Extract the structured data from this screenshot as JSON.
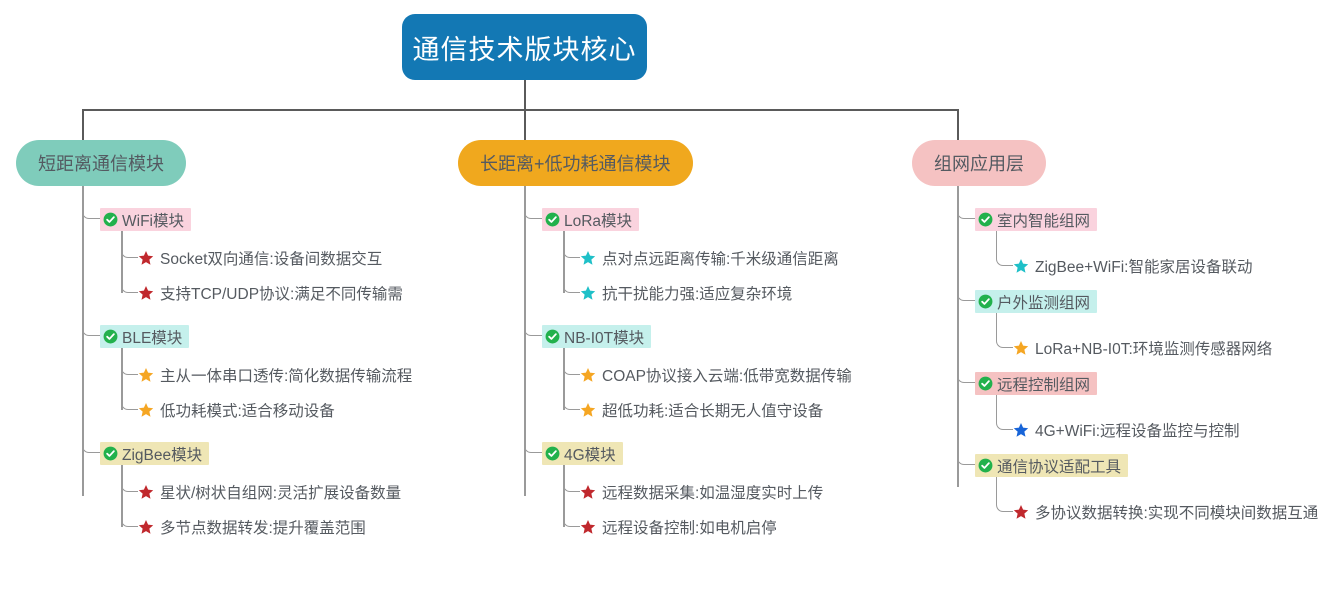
{
  "diagram": {
    "type": "mindmap",
    "root": {
      "label": "通信技术版块核心",
      "color": "#1378b4",
      "text_color": "#ffffff"
    },
    "branches": [
      {
        "label": "短距离通信模块",
        "color": "#7fccbb",
        "children": [
          {
            "label": "WiFi模块",
            "highlight": "#fad3de",
            "icon": "check-circle-icon",
            "children": [
              {
                "label": "Socket双向通信:设备间数据交互",
                "icon": "star-icon",
                "star_color": "#c0282d"
              },
              {
                "label": "支持TCP/UDP协议:满足不同传输需",
                "icon": "star-icon",
                "star_color": "#c0282d"
              }
            ]
          },
          {
            "label": "BLE模块",
            "highlight": "#c5f0ec",
            "icon": "check-circle-icon",
            "children": [
              {
                "label": "主从一体串口透传:简化数据传输流程",
                "icon": "star-icon",
                "star_color": "#f5a623"
              },
              {
                "label": "低功耗模式:适合移动设备",
                "icon": "star-icon",
                "star_color": "#f5a623"
              }
            ]
          },
          {
            "label": "ZigBee模块",
            "highlight": "#efe6b5",
            "icon": "check-circle-icon",
            "children": [
              {
                "label": "星状/树状自组网:灵活扩展设备数量",
                "icon": "star-icon",
                "star_color": "#c0282d"
              },
              {
                "label": "多节点数据转发:提升覆盖范围",
                "icon": "star-icon",
                "star_color": "#c0282d"
              }
            ]
          }
        ]
      },
      {
        "label": "长距离+低功耗通信模块",
        "color": "#f0a81e",
        "children": [
          {
            "label": "LoRa模块",
            "highlight": "#fad3de",
            "icon": "check-circle-icon",
            "children": [
              {
                "label": "点对点远距离传输:千米级通信距离",
                "icon": "star-icon",
                "star_color": "#1fc0c8"
              },
              {
                "label": "抗干扰能力强:适应复杂环境",
                "icon": "star-icon",
                "star_color": "#1fc0c8"
              }
            ]
          },
          {
            "label": "NB-I0T模块",
            "highlight": "#c5f0ec",
            "icon": "check-circle-icon",
            "children": [
              {
                "label": "COAP协议接入云端:低带宽数据传输",
                "icon": "star-icon",
                "star_color": "#f5a623"
              },
              {
                "label": "超低功耗:适合长期无人值守设备",
                "icon": "star-icon",
                "star_color": "#f5a623"
              }
            ]
          },
          {
            "label": "4G模块",
            "highlight": "#efe6b5",
            "icon": "check-circle-icon",
            "children": [
              {
                "label": "远程数据采集:如温湿度实时上传",
                "icon": "star-icon",
                "star_color": "#c0282d"
              },
              {
                "label": "远程设备控制:如电机启停",
                "icon": "star-icon",
                "star_color": "#c0282d"
              }
            ]
          }
        ]
      },
      {
        "label": "组网应用层",
        "color": "#f5c2c2",
        "children": [
          {
            "label": "室内智能组网",
            "highlight": "#fad3de",
            "icon": "check-circle-icon",
            "children": [
              {
                "label": "ZigBee+WiFi:智能家居设备联动",
                "icon": "star-icon",
                "star_color": "#1fc0c8"
              }
            ]
          },
          {
            "label": "户外监测组网",
            "highlight": "#c5f0ec",
            "icon": "check-circle-icon",
            "children": [
              {
                "label": "LoRa+NB-I0T:环境监测传感器网络",
                "icon": "star-icon",
                "star_color": "#f5a623"
              }
            ]
          },
          {
            "label": "远程控制组网",
            "highlight": "#f5c2c2",
            "icon": "check-circle-icon",
            "children": [
              {
                "label": "4G+WiFi:远程设备监控与控制",
                "icon": "star-icon",
                "star_color": "#1764d8"
              }
            ]
          },
          {
            "label": "通信协议适配工具",
            "highlight": "#efe6b5",
            "icon": "check-circle-icon",
            "children": [
              {
                "label": "多协议数据转换:实现不同模块间数据互通",
                "icon": "star-icon",
                "star_color": "#c0282d"
              }
            ]
          }
        ]
      }
    ]
  }
}
